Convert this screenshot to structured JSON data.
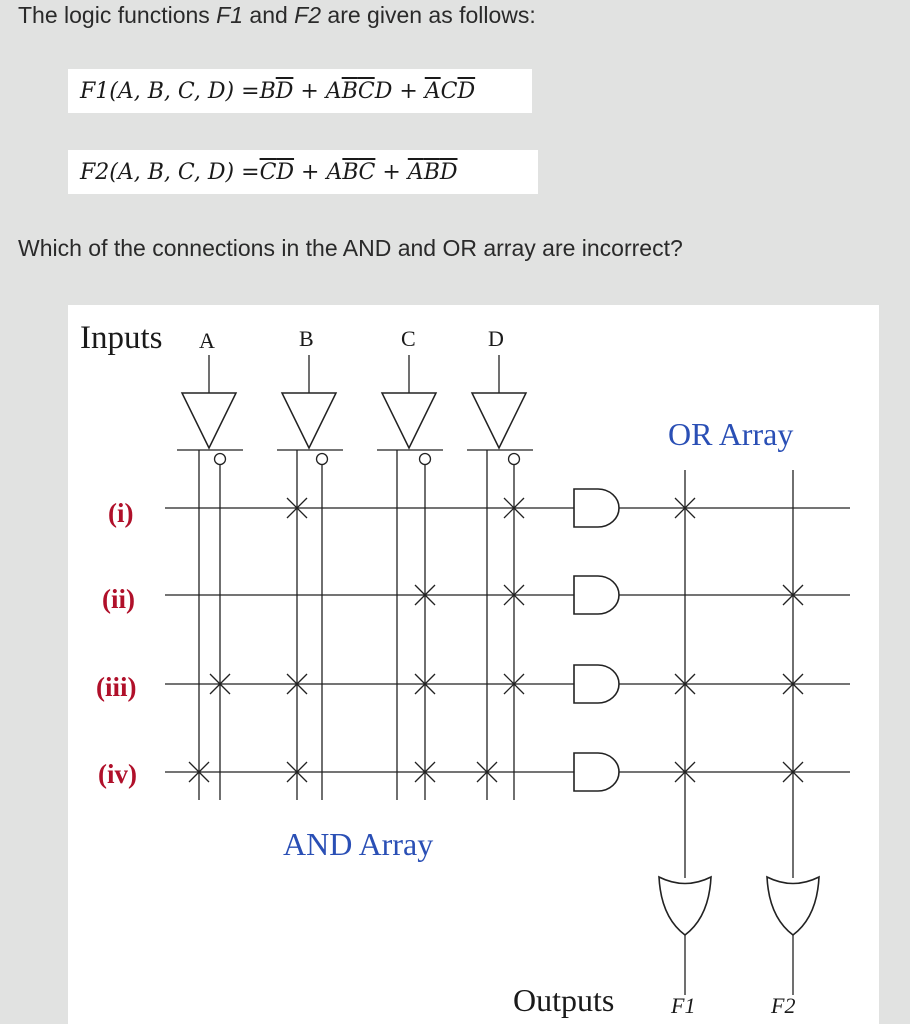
{
  "question": {
    "intro_prefix": "The logic functions ",
    "f1": "F1",
    "and_word": " and ",
    "f2": "F2",
    "intro_suffix": " are given as follows:",
    "prompt": "Which of the connections in the AND and OR array are incorrect?"
  },
  "equations": {
    "f1": {
      "lhs": "F1(A, B, C, D) = ",
      "t1a": "B",
      "t1b": "D",
      "t2a": "A",
      "t2b": "B",
      "t2c": "C",
      "t2d": "D",
      "t3a": "A",
      "t3b": "C",
      "t3c": "D",
      "plus": " + "
    },
    "f2": {
      "lhs": "F2(A, B, C, D) = ",
      "t1a": "C",
      "t1b": "D",
      "t2a": "A",
      "t2b": "B",
      "t2c": "C",
      "t3a": "A",
      "t3b": "B",
      "t3c": "D",
      "plus": " + "
    }
  },
  "diagram": {
    "inputs_label": "Inputs",
    "input_names": [
      "A",
      "B",
      "C",
      "D"
    ],
    "or_array_label": "OR Array",
    "and_array_label": "AND Array",
    "outputs_label": "Outputs",
    "output_names": [
      "F1",
      "F2"
    ],
    "row_labels": [
      "(i)",
      "(ii)",
      "(iii)",
      "(iv)"
    ],
    "colors": {
      "label_blue": "#2a4fb5",
      "row_red": "#b0102a",
      "line": "#222222"
    },
    "and_connections": [
      [
        "B",
        "D'"
      ],
      [
        "C'",
        "D'"
      ],
      [
        "A'",
        "B",
        "C'",
        "D'"
      ],
      [
        "A",
        "B",
        "C'",
        "D"
      ]
    ],
    "or_connections": [
      [
        "F1"
      ],
      [
        "F2"
      ],
      [
        "F1",
        "F2"
      ],
      [
        "F1",
        "F2"
      ]
    ]
  }
}
